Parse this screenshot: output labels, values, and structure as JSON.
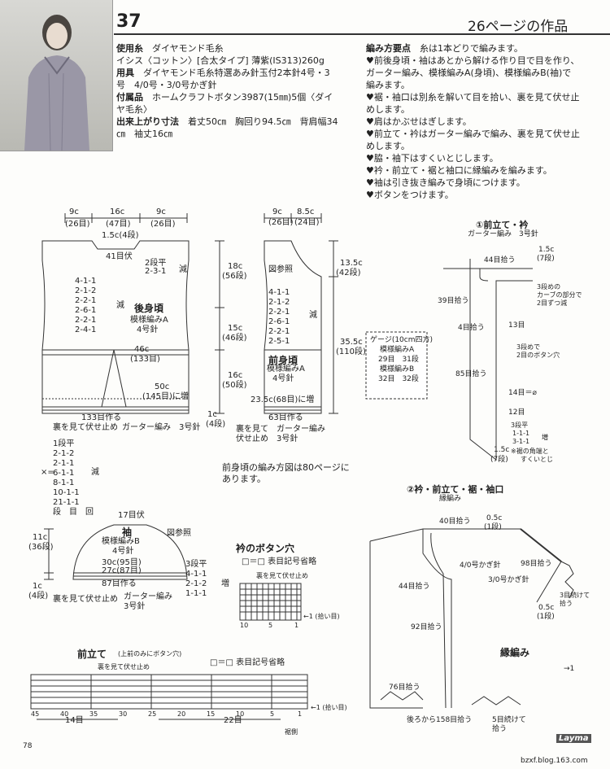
{
  "page": {
    "number": "37",
    "link": "26ページの作品",
    "page_no": "78",
    "brand": "Layma",
    "source": "bzxf.blog.163.com"
  },
  "materials": {
    "yarn_label": "使用糸",
    "yarn_value": "ダイヤモンド毛糸",
    "yarn_line2": "イシス〈コットン〉[合太タイプ] 薄紫(IS313)260g",
    "tools_label": "用具",
    "tools_value": "ダイヤモンド毛糸特選あみ針玉付2本針4号・3",
    "tools_line2": "号　4/0号・3/0号かぎ針",
    "acc_label": "付属品",
    "acc_value": "ホームクラフトボタン3987(15㎜)5個〈ダイ",
    "acc_line2": "ヤ毛糸〉",
    "size_label": "出来上がり寸法",
    "size_value": "着丈50㎝　胸回り94.5㎝　背肩幅34",
    "size_line2": "㎝　袖丈16㎝"
  },
  "instructions": {
    "title": "編み方要点",
    "intro": "糸は1本どりで編みます。",
    "lines": [
      "♥前後身頃・袖はあとから解ける作り目で目を作り、",
      "ガーター編み、模様編みA(身頃)、模様編みB(袖)で",
      "編みます。",
      "♥裾・袖口は別糸を解いて目を拾い、裏を見て伏せ止",
      "めします。",
      "♥肩はかぶせはぎします。",
      "♥前立て・衿はガーター編みで編み、裏を見て伏せ止",
      "めします。",
      "♥脇・袖下はすくいとじします。",
      "♥衿・前立て・裾と袖口に縁編みを編みます。",
      "♥袖は引き抜き編みで身頃につけます。",
      "♥ボタンをつけます。"
    ]
  },
  "back": {
    "top_dims": [
      "9c",
      "16c",
      "9c"
    ],
    "top_rows": [
      "(26目)",
      "(47目)",
      "(26目)"
    ],
    "neck_depth": "1.5c(4段)",
    "neck_cast": "41目伏",
    "neck_dec": "2段平",
    "neck_dec2": "2-3-1",
    "neck_dec_word": "減",
    "arm_decs": [
      "4-1-1",
      "2-1-2",
      "2-2-1",
      "2-6-1",
      "2-2-1",
      "2-4-1"
    ],
    "arm_dec_word": "減",
    "name": "後身頃",
    "pattern": "模様編みA",
    "needle": "4号針",
    "width": "46c",
    "width_st": "(133目)",
    "hem_width": "50c",
    "hem_st": "(145目)に増",
    "cast_on": "133目作る",
    "bind_note": "裏を見て伏せ止め",
    "garter": "ガーター編み　3号針",
    "hem_depth": "1c",
    "hem_rows": "(4段)"
  },
  "front": {
    "top_dims": [
      "9c",
      "8.5c"
    ],
    "top_rows": [
      "(26目)",
      "(24目)"
    ],
    "ref": "図参照",
    "arm_decs": [
      "4-1-1",
      "2-1-2",
      "2-2-1",
      "2-6-1",
      "2-2-1",
      "2-5-1"
    ],
    "arm_dec_word": "減",
    "name": "前身頃",
    "pattern": "模様編みA",
    "needle": "4号針",
    "hem_width": "23.5c(68目)に増",
    "cast_on": "63目作る",
    "bind_note": "裏を見て\n伏せ止め",
    "garter": "ガーター編み\n3号針",
    "heights_left": [
      "18c",
      "(56段)",
      "15c",
      "(46段)",
      "16c",
      "(50段)"
    ],
    "heights_right": [
      "13.5c",
      "(42段)",
      "35.5c",
      "(110段)"
    ],
    "note": "前身頃の編み方図は80ページに\nあります。"
  },
  "back_neck_table": {
    "rows": [
      "1段平",
      "2-1-2",
      "2-1-1",
      "6-1-1",
      "8-1-1",
      "10-1-1",
      "21-1-1"
    ],
    "times": "×=",
    "dec": "減",
    "header": "段　目　回"
  },
  "sleeve": {
    "top": "17目伏",
    "name": "袖",
    "pattern": "模様編みB",
    "needle": "4号針",
    "ref": "図参照",
    "cap_height": "11c",
    "cap_rows": "(36段)",
    "w1": "30c(95目)",
    "w2": "27c(87目)",
    "cast": "87目作る",
    "bind": "裏を見て伏せ止め",
    "garter": "ガーター編み\n3号針",
    "hem": "1c",
    "hem_rows": "(4段)",
    "incs": [
      "3段平",
      "4-1-1",
      "2-1-2",
      "1-1-1"
    ],
    "inc_word": "増"
  },
  "collar_buttonhole": {
    "title": "衿のボタン穴",
    "legend": "□＝□ 表目記号省略",
    "note": "裏を見て伏せ止め",
    "ticks": [
      "10",
      "5",
      "1"
    ],
    "pickup": "←1 (拾い目)"
  },
  "placket": {
    "title": "前立て",
    "sub": "(上前のみにボタン穴)",
    "legend": "□＝□ 表目記号省略",
    "note": "裏を見て伏せ止め",
    "ticks": [
      "45",
      "40",
      "35",
      "30",
      "25",
      "20",
      "15",
      "10",
      "5",
      "1"
    ],
    "gap1": "14目",
    "gap2": "22目",
    "pickup": "←1 (拾い目)",
    "side": "裾側"
  },
  "gauge": {
    "title": "ゲージ(10cm四方)",
    "a_label": "模様編みA",
    "a_val": "29目　31段",
    "b_label": "模様編みB",
    "b_val": "32目　32段"
  },
  "diagram1": {
    "title": "①前立て・衿",
    "sub": "ガーター編み　3号針",
    "labels": [
      "44目拾う",
      "1.5c",
      "(7段)",
      "3段めの",
      "カーブの部分で",
      "2目ずつ減",
      "39目拾う",
      "4目拾う",
      "13目",
      "3段めで",
      "2目のボタン穴",
      "85目拾う",
      "14目＝⌀",
      "12目",
      "3段平",
      "1-1-1",
      "3-1-1",
      "増",
      "※裾の角端と",
      "すくいとじ",
      "1.5c",
      "(7段)"
    ]
  },
  "diagram2": {
    "title": "②衿・前立て・裾・袖口",
    "sub": "縁編み",
    "labels": [
      "40目拾う",
      "0.5c",
      "(1段)",
      "4/0号かぎ針",
      "98目拾う",
      "3/0号かぎ針",
      "3目続けて",
      "拾う",
      "0.5c",
      "(1段)",
      "44目拾う",
      "92目拾う",
      "縁編み",
      "→1",
      "76目拾う",
      "後ろから158目拾う",
      "5目続けて",
      "拾う"
    ]
  }
}
